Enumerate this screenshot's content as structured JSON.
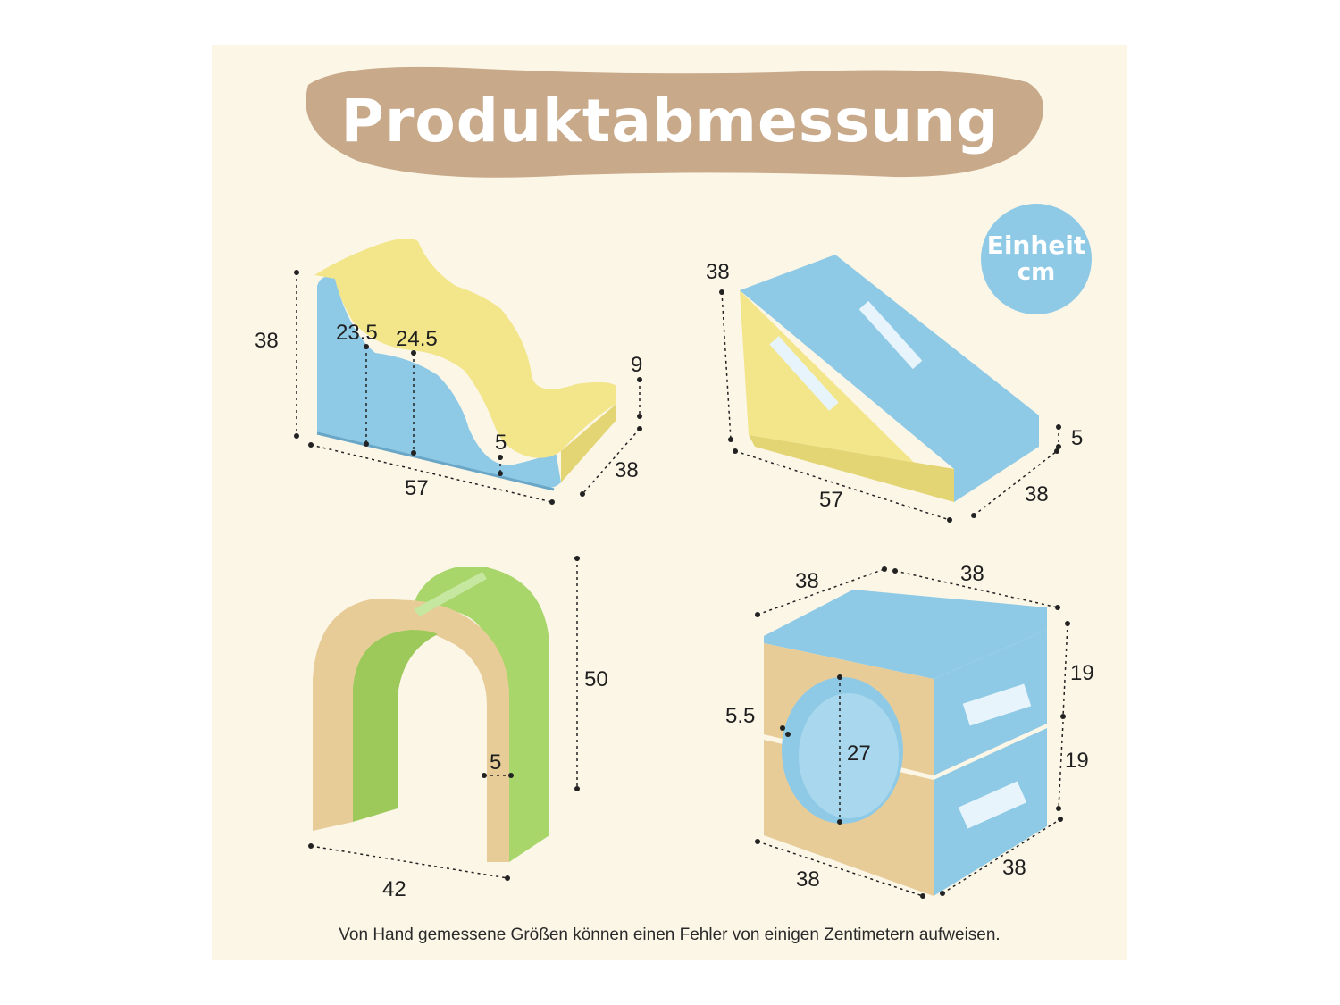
{
  "title": "Produktabmessung",
  "unit_badge": {
    "line1": "Einheit",
    "line2": "cm"
  },
  "colors": {
    "background": "#fcf6e7",
    "title_blob": "#c8a98a",
    "badge": "#8ecae6",
    "blue": "#8ecae6",
    "yellow": "#f2e58a",
    "green": "#a8d66a",
    "tan": "#e8cc98"
  },
  "products": {
    "wave_step": {
      "height": "38",
      "step_height_1": "23.5",
      "step_height_2": "24.5",
      "right_height": "9",
      "thickness": "5",
      "length": "57",
      "depth": "38"
    },
    "ramp": {
      "height": "38",
      "length": "57",
      "depth": "38",
      "thickness": "5"
    },
    "arch_tunnel": {
      "height": "50",
      "thickness": "5",
      "width": "42"
    },
    "cube_tunnel": {
      "top_left": "38",
      "top_right": "38",
      "upper_height": "19",
      "lower_height": "19",
      "gap": "5.5",
      "hole_diameter": "27",
      "bottom_left": "38",
      "bottom_right": "38"
    }
  },
  "footnote": "Von Hand gemessene Größen können einen Fehler von einigen Zentimetern aufweisen."
}
